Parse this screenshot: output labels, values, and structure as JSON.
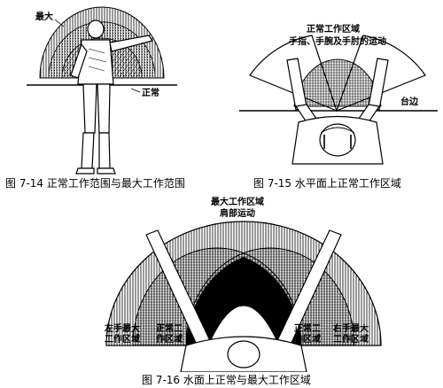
{
  "fig14": {
    "caption": "图 7-14 正常工作范围与最大工作范围",
    "label_max": "最大",
    "label_normal": "正常"
  },
  "fig15": {
    "caption": "图 7-15 水平面上正常工作区域",
    "label_normal_area": "正常工作区域",
    "label_motion": "手指、手腕及手肘的运动",
    "label_table_edge": "台边"
  },
  "fig16": {
    "caption": "图 7-16 水面上正常与最大工作区域",
    "label_max_area": "最大工作区域",
    "label_shoulder": "肩部运动",
    "left_max": [
      "左手最大",
      "工作区域"
    ],
    "left_normal": [
      "正常工",
      "作区域"
    ],
    "right_normal": [
      "正常工",
      "作区域"
    ],
    "right_max": [
      "右手最大",
      "工作区域"
    ]
  }
}
